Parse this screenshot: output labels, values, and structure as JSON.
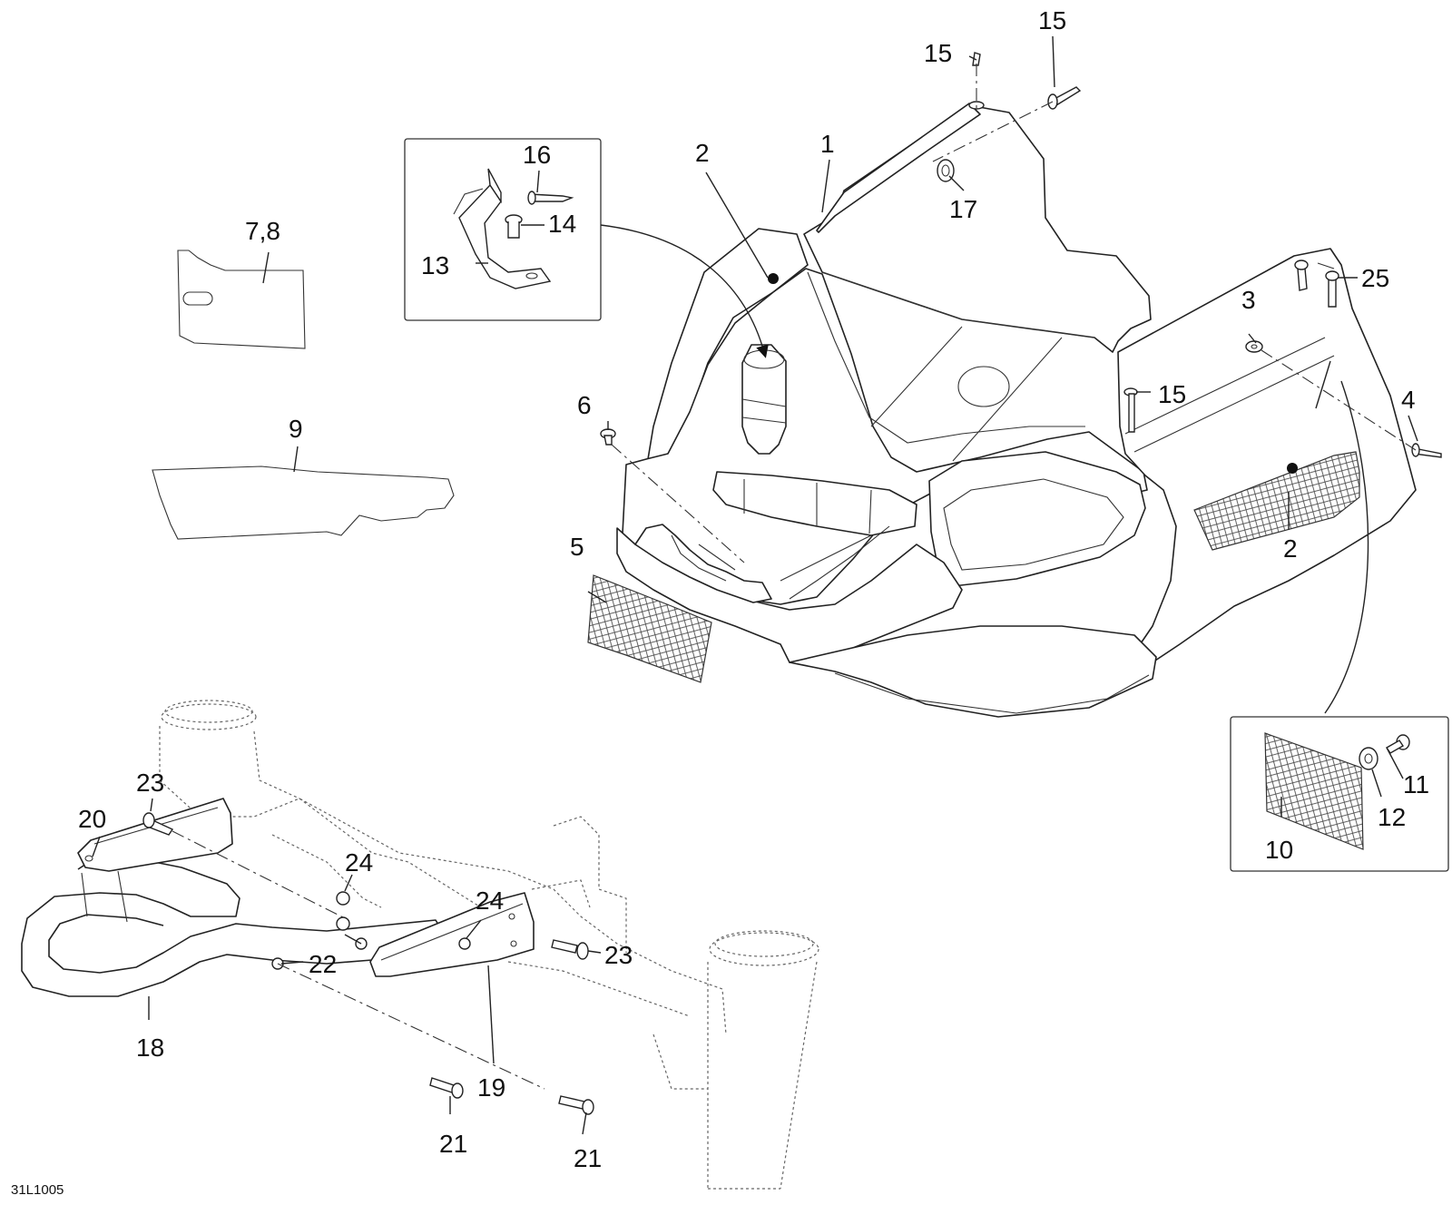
{
  "figure_id": "31L1005",
  "callouts": {
    "c1": "1",
    "c2a": "2",
    "c2b": "2",
    "c3": "3",
    "c4": "4",
    "c5": "5",
    "c6": "6",
    "c78": "7,8",
    "c9": "9",
    "c10": "10",
    "c11": "11",
    "c12": "12",
    "c13": "13",
    "c14": "14",
    "c15a": "15",
    "c15b": "15",
    "c15c": "15",
    "c16": "16",
    "c17": "17",
    "c18": "18",
    "c19": "19",
    "c20": "20",
    "c21a": "21",
    "c21b": "21",
    "c22": "22",
    "c23a": "23",
    "c23b": "23",
    "c24a": "24",
    "c24b": "24",
    "c25": "25"
  }
}
